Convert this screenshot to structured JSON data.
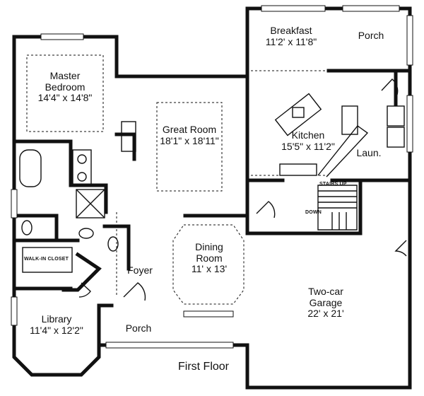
{
  "plan_title": "First Floor",
  "rooms": {
    "master_bedroom": {
      "name_line1": "Master",
      "name_line2": "Bedroom",
      "size": "14'4\" x 14'8\""
    },
    "great_room": {
      "name": "Great Room",
      "size": "18'1\" x 18'11\""
    },
    "breakfast": {
      "name": "Breakfast",
      "size": "11'2' x 11'8\""
    },
    "porch_back": {
      "name": "Porch"
    },
    "kitchen": {
      "name": "Kitchen",
      "size": "15'5\" x 11'2\""
    },
    "laundry": {
      "name": "Laun."
    },
    "dining_room": {
      "name_line1": "Dining",
      "name_line2": "Room",
      "size": "11' x 13'"
    },
    "foyer": {
      "name": "Foyer"
    },
    "walk_in_closet": {
      "name": "WALK-IN CLOSET"
    },
    "library": {
      "name": "Library",
      "size": "11'4\" x 12'2\""
    },
    "porch_front": {
      "name": "Porch"
    },
    "garage": {
      "name_line1": "Two-car",
      "name_line2": "Garage",
      "size": "22' x 21'"
    },
    "stairs_up": {
      "name": "STAIRS UP"
    },
    "stairs_down": {
      "name": "DOWN"
    }
  }
}
